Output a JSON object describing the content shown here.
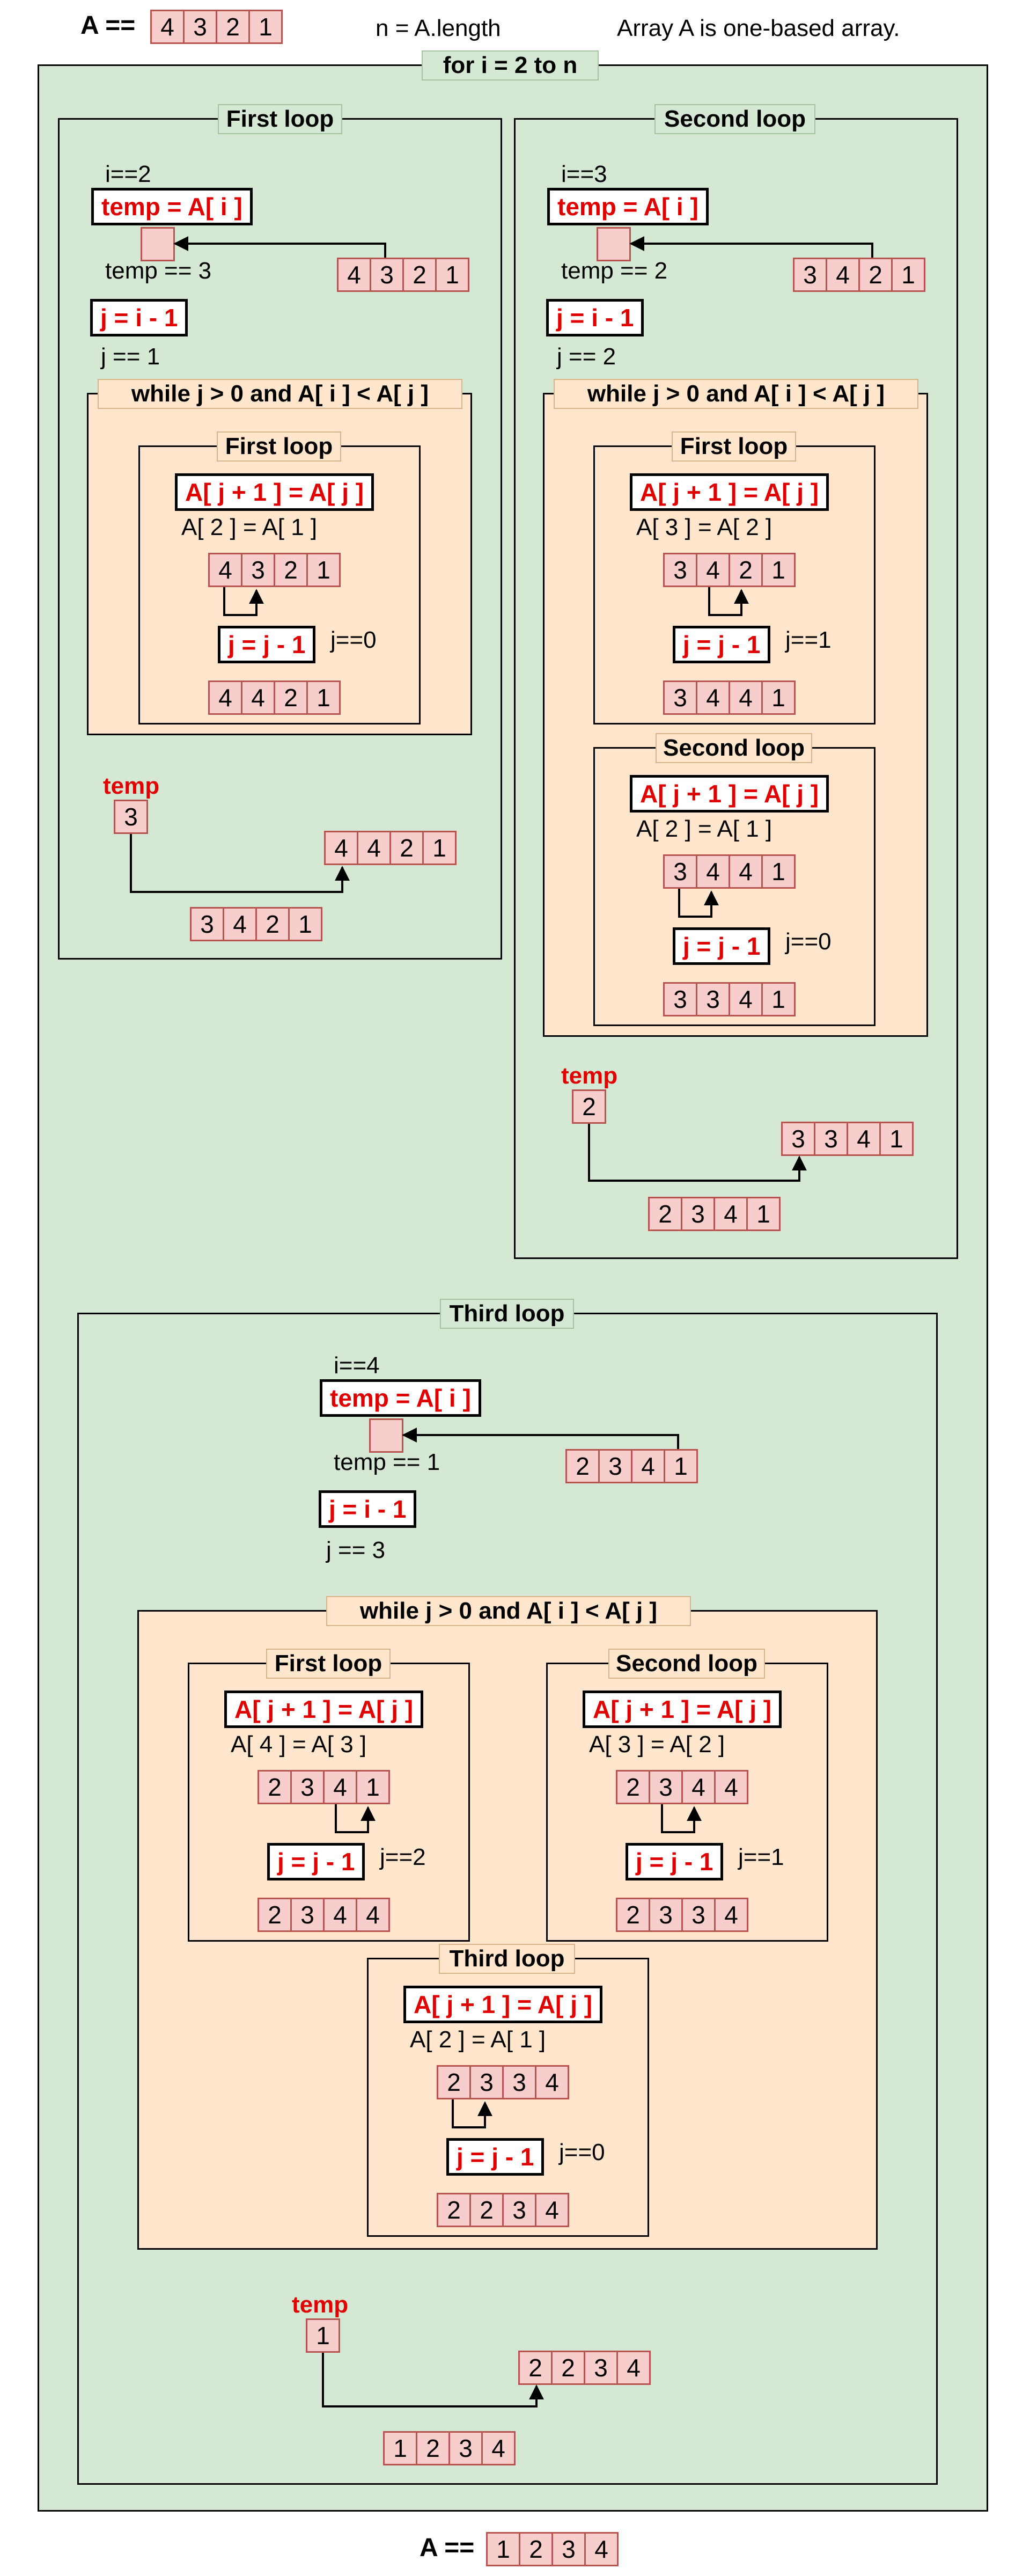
{
  "header": {
    "a_label": "A ==",
    "a_initial": [
      "4",
      "3",
      "2",
      "1"
    ],
    "n_label": "n = A.length",
    "note": "Array A is one-based array."
  },
  "outer_title": "for  i = 2  to  n",
  "labels": {
    "first_loop": "First loop",
    "second_loop": "Second loop",
    "third_loop": "Third loop",
    "temp_assign": "temp = A[ i ]",
    "j_init": "j = i - 1",
    "while_cond": "while  j > 0  and  A[ i ] < A[ j ]",
    "shift": "A[ j + 1 ] = A[ j ]",
    "j_dec": "j = j - 1",
    "temp": "temp"
  },
  "loop1": {
    "i_eq": "i==2",
    "temp_eq": "temp == 3",
    "j_eq": "j == 1",
    "src_arr": [
      "4",
      "3",
      "2",
      "1"
    ],
    "inner1": {
      "idx_text": "A[    2    ] = A[ 1 ]",
      "before": [
        "4",
        "3",
        "2",
        "1"
      ],
      "j_after": "j==0",
      "after": [
        "4",
        "4",
        "2",
        "1"
      ]
    },
    "temp_val": "3",
    "pre_arr": [
      "4",
      "4",
      "2",
      "1"
    ],
    "result": [
      "3",
      "4",
      "2",
      "1"
    ]
  },
  "loop2": {
    "i_eq": "i==3",
    "temp_eq": "temp == 2",
    "j_eq": "j == 2",
    "src_arr": [
      "3",
      "4",
      "2",
      "1"
    ],
    "inner1": {
      "idx_text": "A[    3    ] = A[ 2 ]",
      "before": [
        "3",
        "4",
        "2",
        "1"
      ],
      "j_after": "j==1",
      "after": [
        "3",
        "4",
        "4",
        "1"
      ]
    },
    "inner2": {
      "idx_text": "A[    2    ] = A[ 1 ]",
      "before": [
        "3",
        "4",
        "4",
        "1"
      ],
      "j_after": "j==0",
      "after": [
        "3",
        "3",
        "4",
        "1"
      ]
    },
    "temp_val": "2",
    "pre_arr": [
      "3",
      "3",
      "4",
      "1"
    ],
    "result": [
      "2",
      "3",
      "4",
      "1"
    ]
  },
  "loop3": {
    "i_eq": "i==4",
    "temp_eq": "temp == 1",
    "j_eq": "j == 3",
    "src_arr": [
      "2",
      "3",
      "4",
      "1"
    ],
    "inner1": {
      "idx_text": "A[    4    ] = A[ 3 ]",
      "before": [
        "2",
        "3",
        "4",
        "1"
      ],
      "j_after": "j==2",
      "after": [
        "2",
        "3",
        "4",
        "4"
      ]
    },
    "inner2": {
      "idx_text": "A[    3    ] = A[ 2 ]",
      "before": [
        "2",
        "3",
        "4",
        "4"
      ],
      "j_after": "j==1",
      "after": [
        "2",
        "3",
        "3",
        "4"
      ]
    },
    "inner3": {
      "idx_text": "A[    2    ] = A[ 1 ]",
      "before": [
        "2",
        "3",
        "3",
        "4"
      ],
      "j_after": "j==0",
      "after": [
        "2",
        "2",
        "3",
        "4"
      ]
    },
    "temp_val": "1",
    "pre_arr": [
      "2",
      "2",
      "3",
      "4"
    ],
    "result": [
      "1",
      "2",
      "3",
      "4"
    ]
  },
  "footer": {
    "a_label": "A ==",
    "a_final": [
      "1",
      "2",
      "3",
      "4"
    ]
  },
  "colors": {
    "outer_bg": "#d5e8d4",
    "while_bg": "#ffe6cc",
    "cell_bg": "#f8cecc",
    "cell_border": "#b85450",
    "accent_red": "#e00000"
  }
}
